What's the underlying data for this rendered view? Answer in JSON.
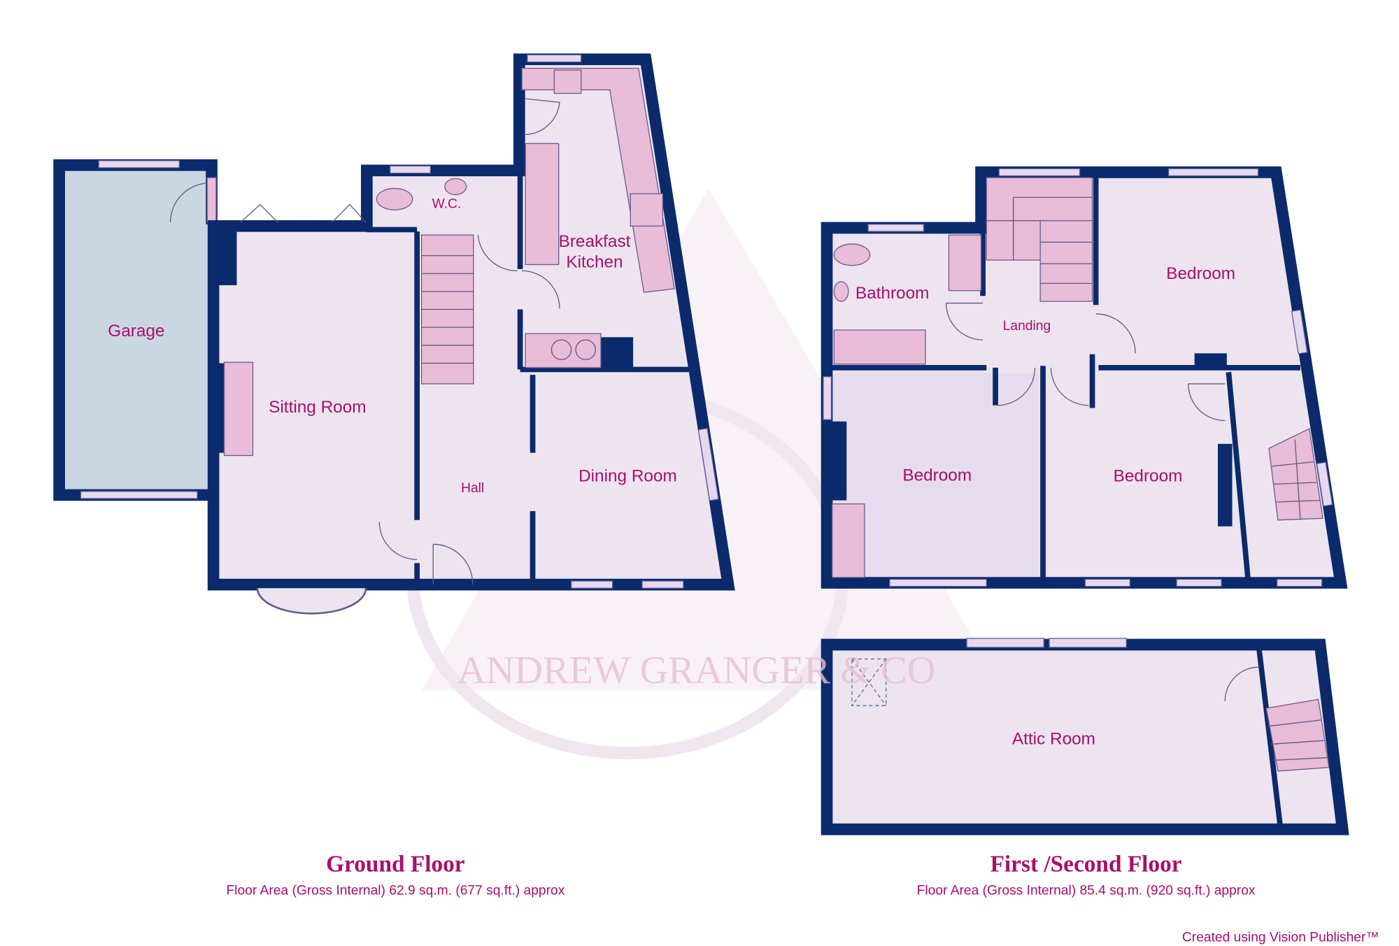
{
  "watermark": "ANDREW GRANGER & CO",
  "colors": {
    "wall": "#0b2a6b",
    "floor": "#ede4f0",
    "garage": "#cad7e3",
    "fixture": "#e9bcd8",
    "text": "#a80f6a"
  },
  "ground_floor": {
    "title": "Ground Floor",
    "area": "Floor Area (Gross Internal) 62.9 sq.m. (677 sq.ft.) approx",
    "rooms": {
      "garage": "Garage",
      "sitting": "Sitting Room",
      "wc": "W.C.",
      "kitchen_1": "Breakfast",
      "kitchen_2": "Kitchen",
      "hall": "Hall",
      "dining": "Dining Room"
    }
  },
  "first_floor": {
    "title": "First /Second Floor",
    "area": "Floor Area (Gross Internal) 85.4 sq.m. (920 sq.ft.) approx",
    "rooms": {
      "bathroom": "Bathroom",
      "landing": "Landing",
      "bedroom_1": "Bedroom",
      "bedroom_2": "Bedroom",
      "bedroom_3": "Bedroom",
      "attic": "Attic Room"
    }
  },
  "credit": "Created using Vision Publisher™"
}
